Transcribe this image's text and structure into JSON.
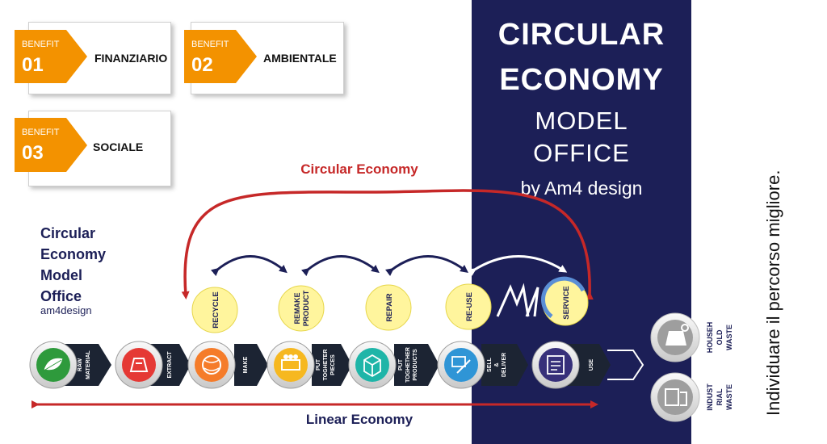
{
  "panel": {
    "title_line1": "CIRCULAR",
    "title_line2": "ECONOMY",
    "title_line3": "MODEL",
    "title_line4": "OFFICE",
    "byline": "by Am4 design",
    "color": "#1c1f57"
  },
  "benefits": [
    {
      "tag": "BENEFIT",
      "num": "01",
      "label": "FINANZIARIO"
    },
    {
      "tag": "BENEFIT",
      "num": "02",
      "label": "AMBIENTALE"
    },
    {
      "tag": "BENEFIT",
      "num": "03",
      "label": "SOCIALE"
    }
  ],
  "left_block": {
    "line1": "Circular",
    "line2": "Economy",
    "line3": "Model",
    "line4": "Office",
    "brand": "am4design"
  },
  "circular_label": "Circular Economy",
  "linear_label": "Linear Economy",
  "side_text": "Individuare il percorso migliore.",
  "circles": [
    {
      "label": "RECYCLE"
    },
    {
      "label_line1": "REMAKE",
      "label_line2": "PRODUCT"
    },
    {
      "label": "REPAIR"
    },
    {
      "label": "RE-USE"
    },
    {
      "label": "SERVICE"
    }
  ],
  "steps": [
    {
      "line1": "RAW",
      "line2": "MATERIAL",
      "line3": "",
      "icon": "leaf-icon",
      "color": "#2e9a3c"
    },
    {
      "line1": "EXTRACT",
      "line2": "",
      "line3": "",
      "icon": "extract-icon",
      "color": "#e53935"
    },
    {
      "line1": "MAKE",
      "line2": "",
      "line3": "",
      "icon": "yarn-icon",
      "color": "#f57c2a"
    },
    {
      "line1": "PUT",
      "line2": "TOGHETER",
      "line3": "PIECES",
      "icon": "pieces-icon",
      "color": "#f6b820"
    },
    {
      "line1": "PUT",
      "line2": "TOGHETHER",
      "line3": "PRODUCTS",
      "icon": "box-icon",
      "color": "#1fb5a8"
    },
    {
      "line1": "SELL",
      "line2": "&",
      "line3": "DELIVER",
      "icon": "delivery-icon",
      "color": "#2f95d6"
    },
    {
      "line1": "USE",
      "line2": "",
      "line3": "",
      "icon": "use-icon",
      "color": "#37307a"
    }
  ],
  "waste": [
    {
      "line1": "HOUSEH",
      "line2": "OLD",
      "line3": "WASTE"
    },
    {
      "line1": "INDUST",
      "line2": "RIAL",
      "line3": "WASTE"
    }
  ],
  "colors": {
    "accent_red": "#c62828",
    "benefit_orange": "#f39200",
    "circle_yellow": "#fff59d",
    "chevron_dark": "#1c2433"
  }
}
